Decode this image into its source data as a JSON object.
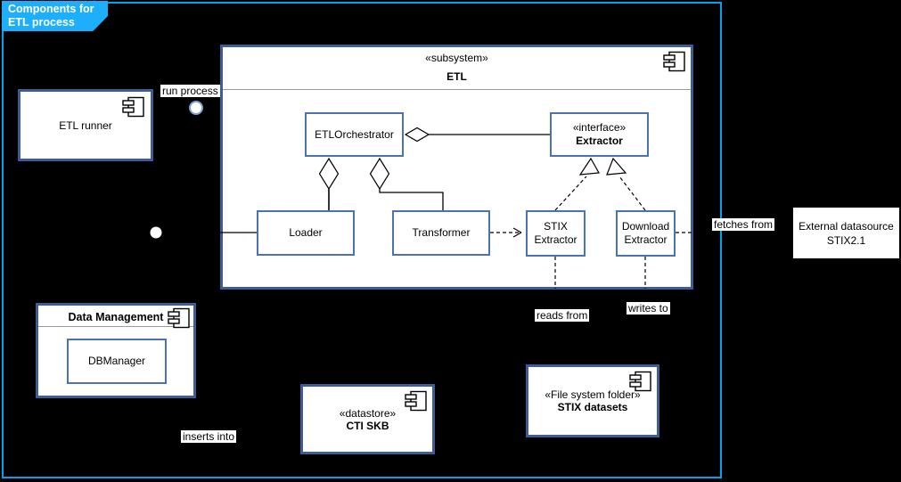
{
  "banner": {
    "line1": "Components for",
    "line2": "ETL process"
  },
  "colors": {
    "banner_cyan": "#1daefc",
    "frame_border": "#00a3ef",
    "component_border": "#3e5c96",
    "class_border": "#4a72b8",
    "background": "#000000"
  },
  "nodes": {
    "etl_runner": {
      "label": "ETL runner"
    },
    "subsystem": {
      "stereotype": "«subsystem»",
      "name": "ETL"
    },
    "etl_orchestrator": {
      "label": "ETLOrchestrator"
    },
    "extractor_interface": {
      "stereotype": "«interface»",
      "name": "Extractor"
    },
    "loader": {
      "label": "Loader"
    },
    "transformer": {
      "label": "Transformer"
    },
    "stix_extractor": {
      "line1": "STIX",
      "line2": "Extractor"
    },
    "download_extractor": {
      "line1": "Download",
      "line2": "Extractor"
    },
    "data_management": {
      "title": "Data Management"
    },
    "db_manager": {
      "label": "DBManager"
    },
    "cti_skb": {
      "stereotype": "«datastore»",
      "name": "CTI SKB"
    },
    "stix_datasets": {
      "stereotype": "«File system folder»",
      "name": "STIX datasets"
    },
    "external_datasource": {
      "line1": "External datasource",
      "line2": "STIX2.1"
    }
  },
  "edge_labels": {
    "run_process": "run process",
    "fetches_from": "fetches from",
    "reads_from": "reads from",
    "writes_to": "writes to",
    "inserts_into": "inserts into"
  }
}
